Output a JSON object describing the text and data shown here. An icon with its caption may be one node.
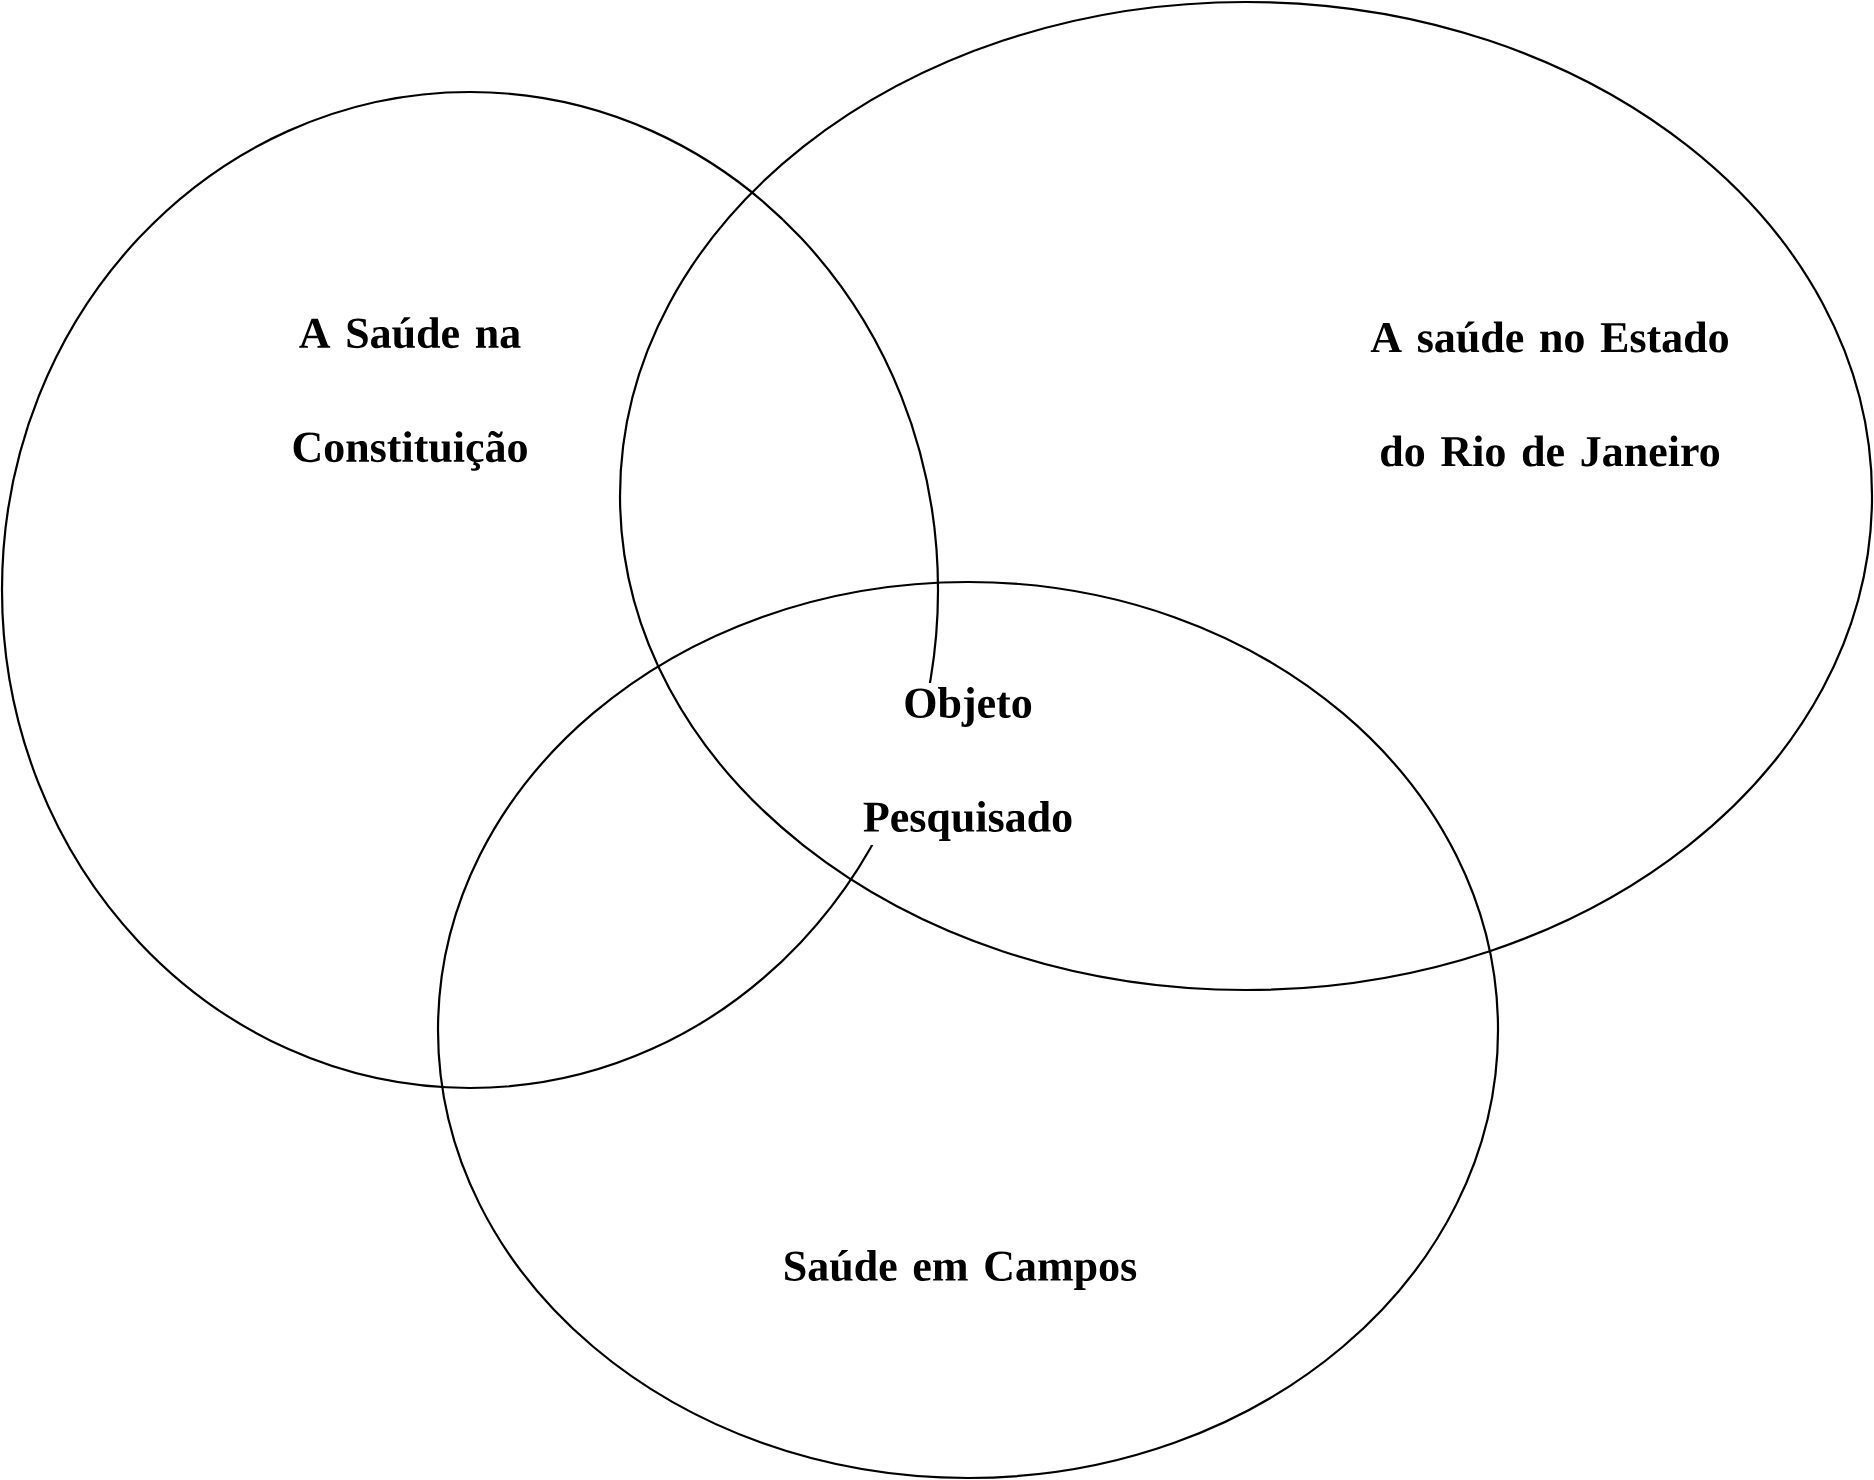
{
  "diagram": {
    "nodes": [
      {
        "text": [
          "A Saúde na Constituição"
        ]
      },
      {
        "text": [
          "A saúde no Estado do Rio de Janeiro"
        ]
      },
      {
        "text": [
          "Saúde em Campos"
        ]
      }
    ],
    "labels": [
      "Objeto Pesquisado"
    ]
  }
}
